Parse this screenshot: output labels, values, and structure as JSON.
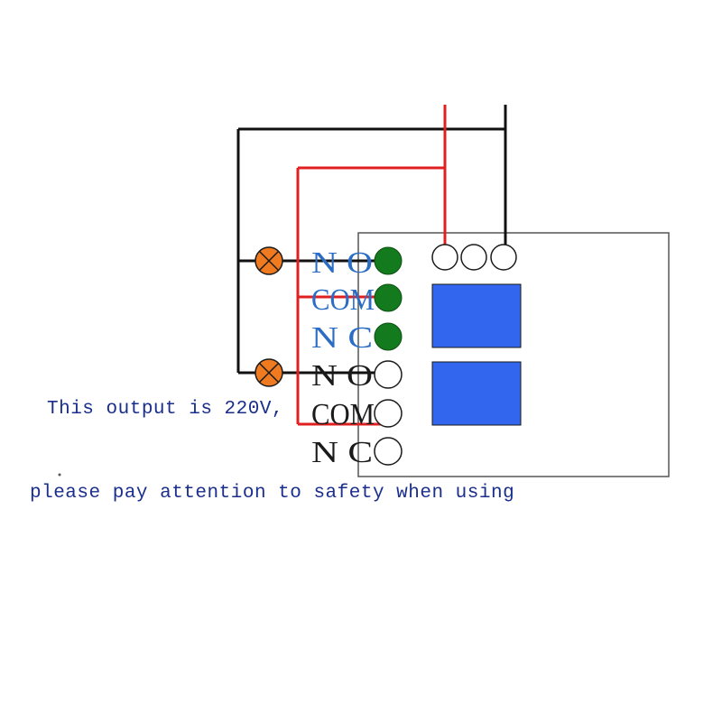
{
  "relay1": {
    "terminals": [
      "N O",
      "COM",
      "N C"
    ]
  },
  "relay2": {
    "terminals": [
      "N O",
      "COM",
      "N C"
    ]
  },
  "note": {
    "line1": "This output is 220V,",
    "line2": "please pay attention to safety when using"
  },
  "colors": {
    "live_wire": "#e02020",
    "neutral_wire": "#111111",
    "active_terminal": "#147a1e",
    "lamp": "#f07a20",
    "relay_coil": "#3366ee",
    "board_outline": "#555555"
  },
  "icons": [
    "lamp-icon",
    "relay-coil"
  ]
}
